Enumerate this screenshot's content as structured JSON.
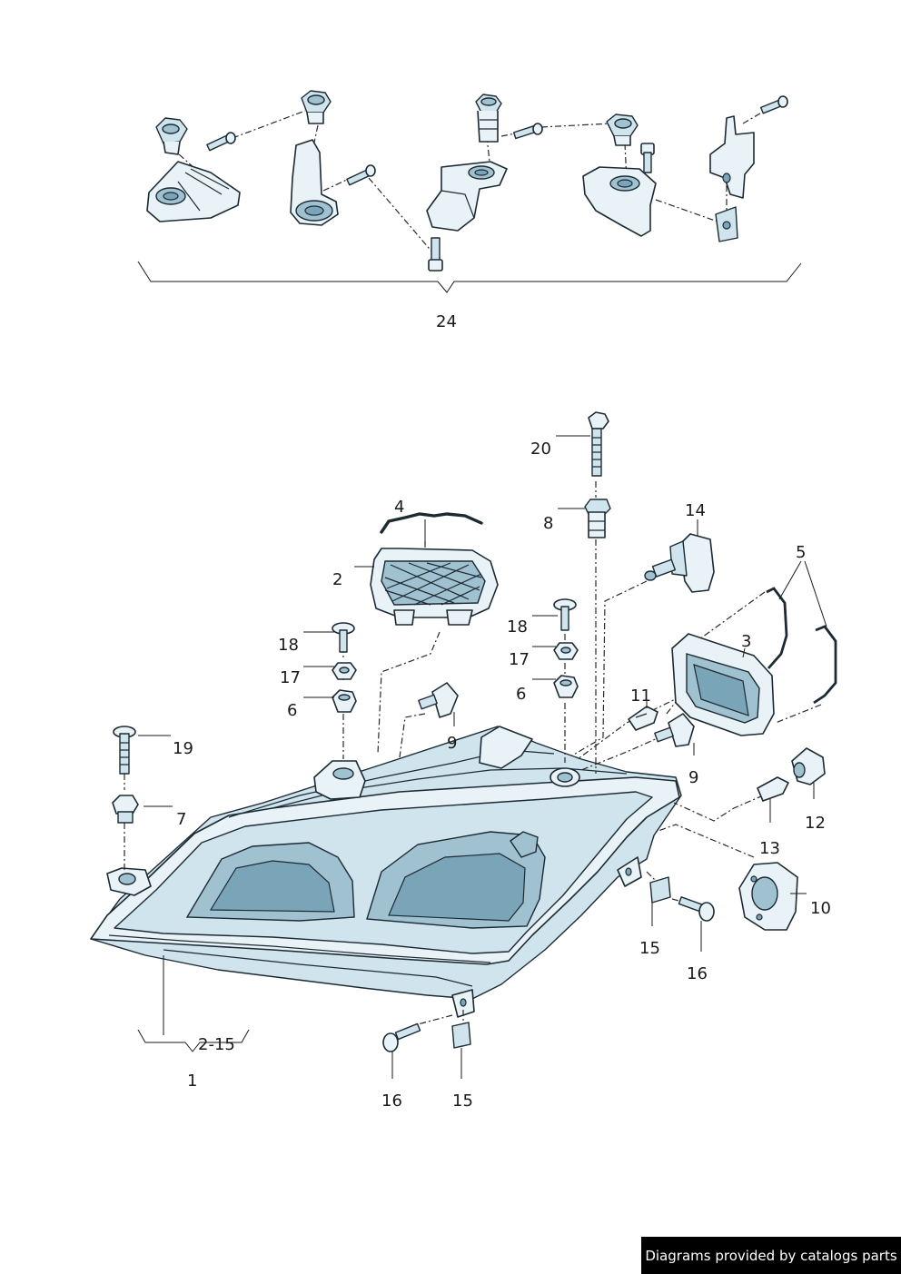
{
  "labels": {
    "l24": "24",
    "l20": "20",
    "l8": "8",
    "l14": "14",
    "l4": "4",
    "l5": "5",
    "l2": "2",
    "l3": "3",
    "l18a": "18",
    "l17a": "17",
    "l6a": "6",
    "l18b": "18",
    "l17b": "17",
    "l6b": "6",
    "l9a": "9",
    "l9b": "9",
    "l11": "11",
    "l19": "19",
    "l7": "7",
    "l12": "12",
    "l13": "13",
    "l10": "10",
    "l15a": "15",
    "l16a": "16",
    "l15b": "15",
    "l16b": "16",
    "l215": "2-15",
    "l1": "1"
  },
  "footer": {
    "credit": "Diagrams provided by catalogs parts"
  }
}
